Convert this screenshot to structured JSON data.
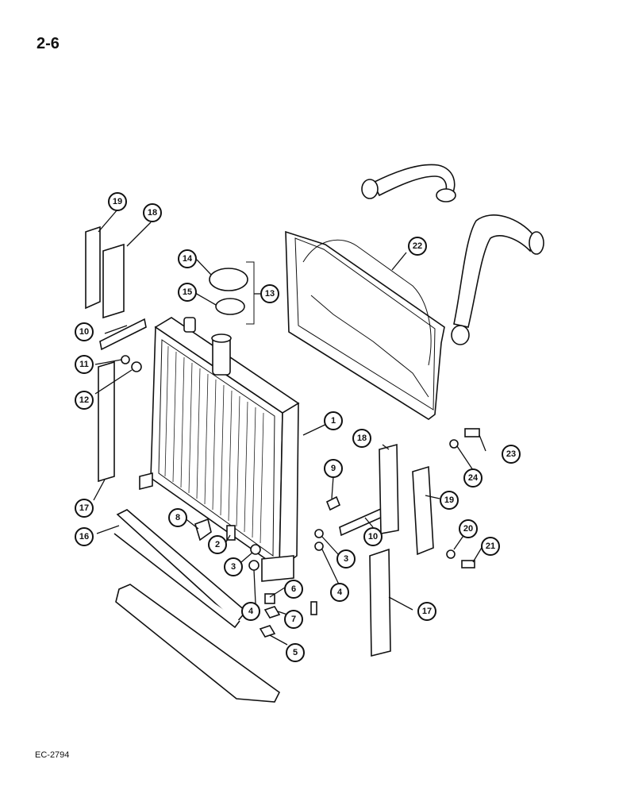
{
  "page_number": "2-6",
  "doc_code": "EC-2794",
  "callouts": [
    "1",
    "2",
    "3",
    "3",
    "4",
    "4",
    "5",
    "6",
    "7",
    "8",
    "9",
    "10",
    "10",
    "11",
    "12",
    "13",
    "14",
    "15",
    "16",
    "17",
    "17",
    "18",
    "18",
    "19",
    "19",
    "20",
    "21",
    "22",
    "23",
    "24"
  ]
}
